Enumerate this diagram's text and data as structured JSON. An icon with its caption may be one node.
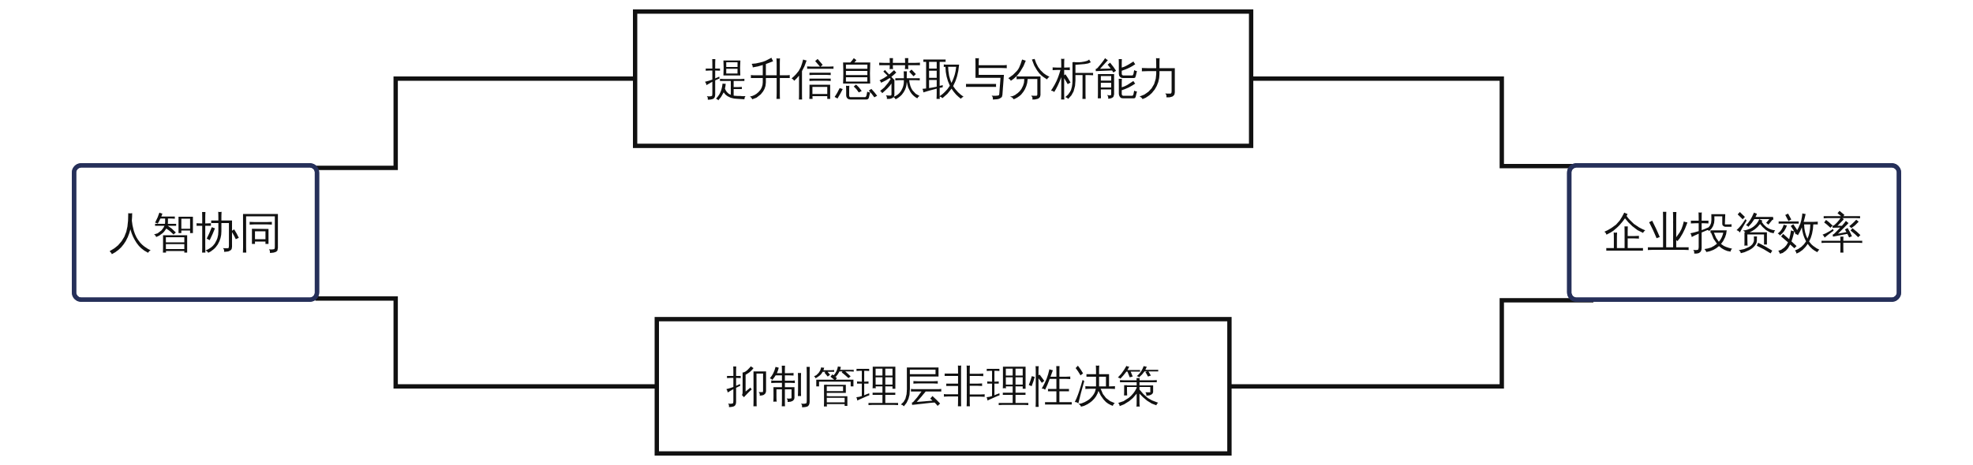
{
  "diagram": {
    "nodes": [
      {
        "text": [
          "人智协同"
        ]
      },
      {
        "text": [
          "提升信息获取与分析能力"
        ]
      },
      {
        "text": [
          "抑制管理层非理性决策"
        ]
      },
      {
        "text": [
          "企业投资效率"
        ]
      }
    ],
    "edges": [
      {
        "from": 0,
        "to": 1,
        "arrow": "none"
      },
      {
        "from": 0,
        "to": 2,
        "arrow": "none"
      },
      {
        "from": 1,
        "to": 3,
        "arrow": "none"
      },
      {
        "from": 2,
        "to": 3,
        "arrow": "none"
      }
    ]
  }
}
